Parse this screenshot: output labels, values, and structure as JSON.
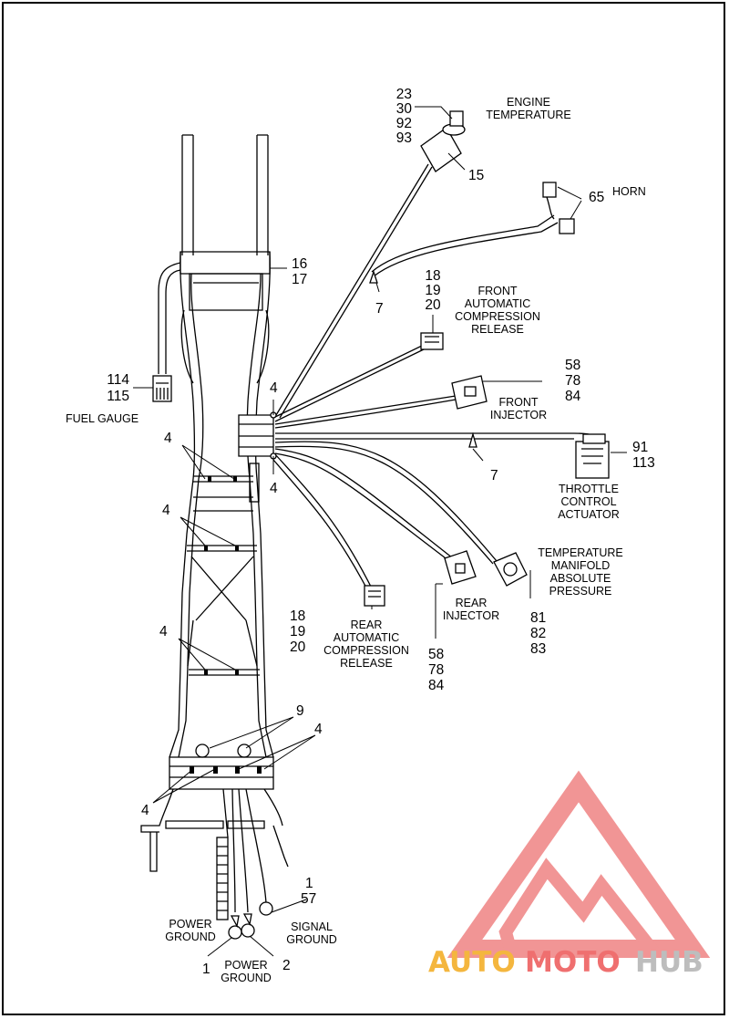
{
  "labels": {
    "eng_nums": [
      "23",
      "30",
      "92",
      "93"
    ],
    "eng_cap": [
      "ENGINE",
      "TEMPERATURE"
    ],
    "n15": "15",
    "n65": "65",
    "horn": "HORN",
    "n16": "16",
    "n17": "17",
    "n7a": "7",
    "facr_nums": [
      "18",
      "19",
      "20"
    ],
    "facr_cap": [
      "FRONT",
      "AUTOMATIC",
      "COMPRESSION",
      "RELEASE"
    ],
    "fi_nums": [
      "58",
      "78",
      "84"
    ],
    "fi_cap": [
      "FRONT",
      "INJECTOR"
    ],
    "fg_nums": [
      "114",
      "115"
    ],
    "fg_cap": "FUEL GAUGE",
    "n4": "4",
    "n7b": "7",
    "tca_nums": [
      "91",
      "113"
    ],
    "tca_cap": [
      "THROTTLE",
      "CONTROL",
      "ACTUATOR"
    ],
    "tmap_cap": [
      "TEMPERATURE",
      "MANIFOLD",
      "ABSOLUTE",
      "PRESSURE"
    ],
    "tmap_nums": [
      "81",
      "82",
      "83"
    ],
    "racr_nums": [
      "18",
      "19",
      "20"
    ],
    "racr_cap": [
      "REAR",
      "AUTOMATIC",
      "COMPRESSION",
      "RELEASE"
    ],
    "ri_cap": [
      "REAR",
      "INJECTOR"
    ],
    "ri_nums": [
      "58",
      "78",
      "84"
    ],
    "n9": "9",
    "sg_nums": [
      "1",
      "57"
    ],
    "pg1_cap": [
      "POWER",
      "GROUND"
    ],
    "sg_cap": [
      "SIGNAL",
      "GROUND"
    ],
    "n1": "1",
    "n2": "2",
    "pg2_cap": [
      "POWER",
      "GROUND"
    ]
  },
  "watermark": {
    "auto": "AUTO",
    "moto": "MOTO",
    "hub": "HUB",
    "colors": {
      "auto": "#f4b63e",
      "moto": "#ef6f6f",
      "hub": "#bdbdbd",
      "logo": "#f08a8a"
    }
  }
}
